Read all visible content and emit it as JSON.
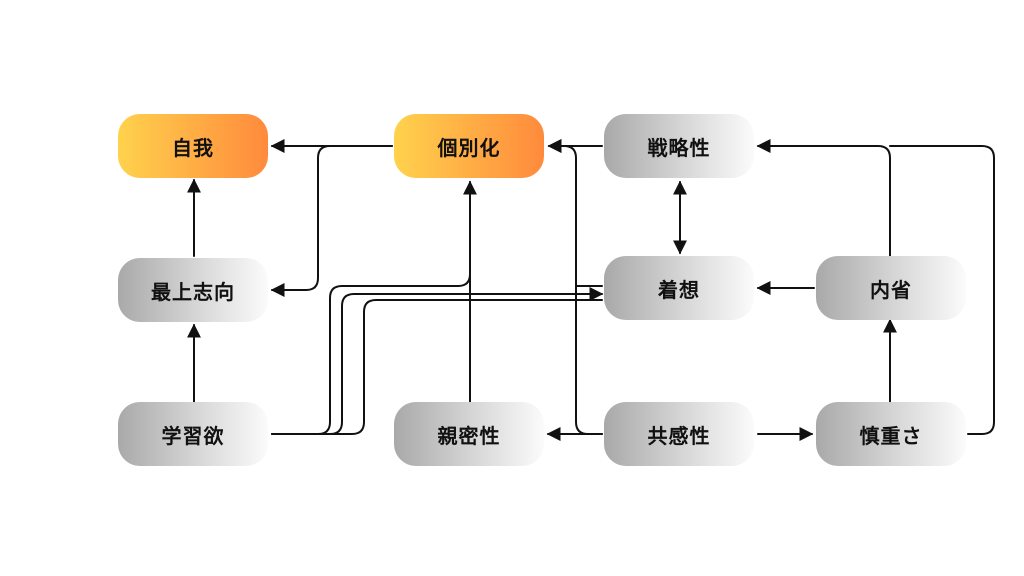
{
  "nodes": {
    "ego": {
      "label": "自我",
      "style": "orange"
    },
    "individualization": {
      "label": "個別化",
      "style": "orange"
    },
    "strategic": {
      "label": "戦略性",
      "style": "gray"
    },
    "maximizer": {
      "label": "最上志向",
      "style": "gray"
    },
    "ideation": {
      "label": "着想",
      "style": "gray"
    },
    "intellection": {
      "label": "内省",
      "style": "gray"
    },
    "learner": {
      "label": "学習欲",
      "style": "gray"
    },
    "relator": {
      "label": "親密性",
      "style": "gray"
    },
    "empathy": {
      "label": "共感性",
      "style": "gray"
    },
    "deliberative": {
      "label": "慎重さ",
      "style": "gray"
    }
  },
  "colors": {
    "orange_start": "#ffd24d",
    "orange_end": "#ff8a3c",
    "gray_start": "#a9a9a9",
    "gray_end": "#fbfbfb",
    "edge": "#111111"
  }
}
